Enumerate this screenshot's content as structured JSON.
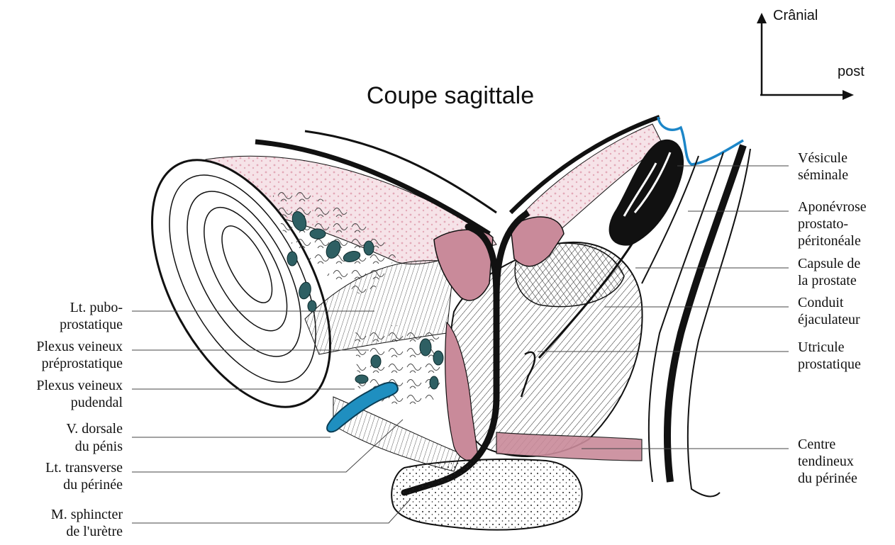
{
  "title": "Coupe sagittale",
  "orientation": {
    "up": "Crânial",
    "right": "post"
  },
  "labels_left": [
    {
      "lines": [
        "Lt. pubo-",
        "prostatique"
      ]
    },
    {
      "lines": [
        "Plexus veineux",
        "préprostatique"
      ]
    },
    {
      "lines": [
        "Plexus veineux",
        "pudendal"
      ]
    },
    {
      "lines": [
        "V. dorsale",
        "du pénis"
      ]
    },
    {
      "lines": [
        "Lt. transverse",
        "du périnée"
      ]
    },
    {
      "lines": [
        "M. sphincter",
        "de l'urètre"
      ]
    }
  ],
  "labels_right": [
    {
      "lines": [
        "Vésicule",
        "séminale"
      ]
    },
    {
      "lines": [
        "Aponévrose",
        "prostato-",
        "péritonéale"
      ]
    },
    {
      "lines": [
        "Capsule de",
        "la prostate"
      ]
    },
    {
      "lines": [
        "Conduit",
        "éjaculateur"
      ]
    },
    {
      "lines": [
        "Utricule",
        "prostatique"
      ]
    },
    {
      "lines": [
        "Centre",
        "tendineux",
        "du périnée"
      ]
    }
  ],
  "colors": {
    "muscle_pink": "#c98a9a",
    "vein_teal": "#2e5f63",
    "vein_blue": "#1f8fc0",
    "peritoneum_blue": "#1c86c8",
    "ink": "#111111"
  }
}
